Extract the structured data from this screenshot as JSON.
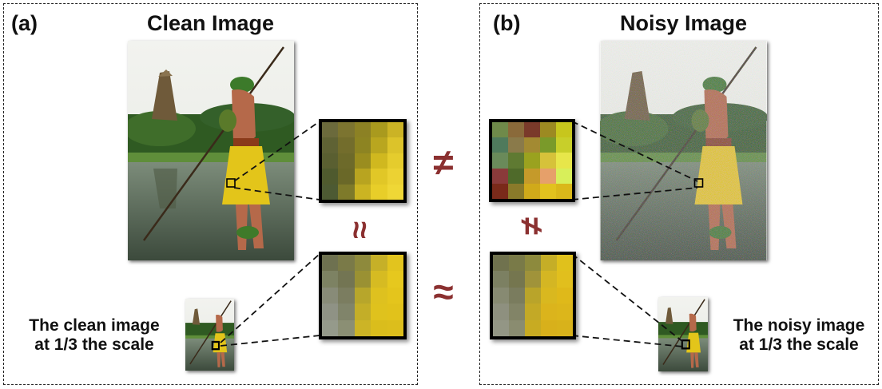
{
  "panel_a": {
    "tag": "(a)",
    "title": "Clean Image",
    "caption_line1": "The clean image",
    "caption_line2": "at 1/3 the scale"
  },
  "panel_b": {
    "tag": "(b)",
    "title": "Noisy Image",
    "caption_line1": "The noisy image",
    "caption_line2": "at 1/3 the scale"
  },
  "relations": {
    "clean_vs_noisy_full": "≠",
    "clean_vs_noisy_small": "≈",
    "clean_full_vs_small": "≈",
    "noisy_full_vs_small": "≠"
  },
  "colors": {
    "symbol": "#8b3030",
    "border": "#222222"
  },
  "patches": {
    "clean_full": [
      "#6b6a3c",
      "#7c7430",
      "#8c8124",
      "#a99a1e",
      "#cbb325",
      "#5f6234",
      "#736d2c",
      "#8d8422",
      "#b9a61f",
      "#dcc32a",
      "#5a5f31",
      "#6d6a2a",
      "#9a8d1f",
      "#d0b81f",
      "#e5cc2d",
      "#4f5a2e",
      "#6a6828",
      "#b8a420",
      "#e1c727",
      "#ecd233",
      "#4d5a33",
      "#7e7a2a",
      "#cbb422",
      "#e8ce29",
      "#efd736"
    ],
    "clean_small": [
      "#6e7150",
      "#7a7a48",
      "#8e8a3c",
      "#c6b028",
      "#e2c41e",
      "#7d8263",
      "#737553",
      "#9a9133",
      "#d6bb22",
      "#e6c81e",
      "#888b78",
      "#7b7d60",
      "#b7a62b",
      "#dec11f",
      "#e4c51c",
      "#8f9285",
      "#80846a",
      "#c3ae28",
      "#dfc21d",
      "#e1c21b",
      "#959a8b",
      "#8b8f74",
      "#ccb426",
      "#dabd1c",
      "#dcbe1c"
    ],
    "noisy_full": [
      "#6f8a4a",
      "#8a6a3a",
      "#7a3a2a",
      "#9c8a22",
      "#c7c61d",
      "#4f7a5c",
      "#8a7a4a",
      "#a38a32",
      "#7a9a2a",
      "#c8cf2a",
      "#6a8a5a",
      "#5f7a32",
      "#9aa21f",
      "#d6c23a",
      "#e7e64a",
      "#8a3a3a",
      "#4f6a2a",
      "#c59a2a",
      "#e6a06a",
      "#d8ef5a",
      "#7a2a1a",
      "#8a7a2a",
      "#d0aa1a",
      "#e2c21e",
      "#dab81a"
    ],
    "noisy_small": [
      "#70724e",
      "#797a48",
      "#8d8a3d",
      "#c5ae27",
      "#e0c11c",
      "#7c8062",
      "#75764f",
      "#a0933a",
      "#d4b623",
      "#e1bf1d",
      "#878a72",
      "#7a7c5e",
      "#b9a42a",
      "#d9b81f",
      "#dfb91a",
      "#8e907f",
      "#828467",
      "#c3a926",
      "#dbb41c",
      "#dcb61b",
      "#939685",
      "#8a8c70",
      "#c8ab22",
      "#d8b01b",
      "#d8b21b"
    ]
  }
}
